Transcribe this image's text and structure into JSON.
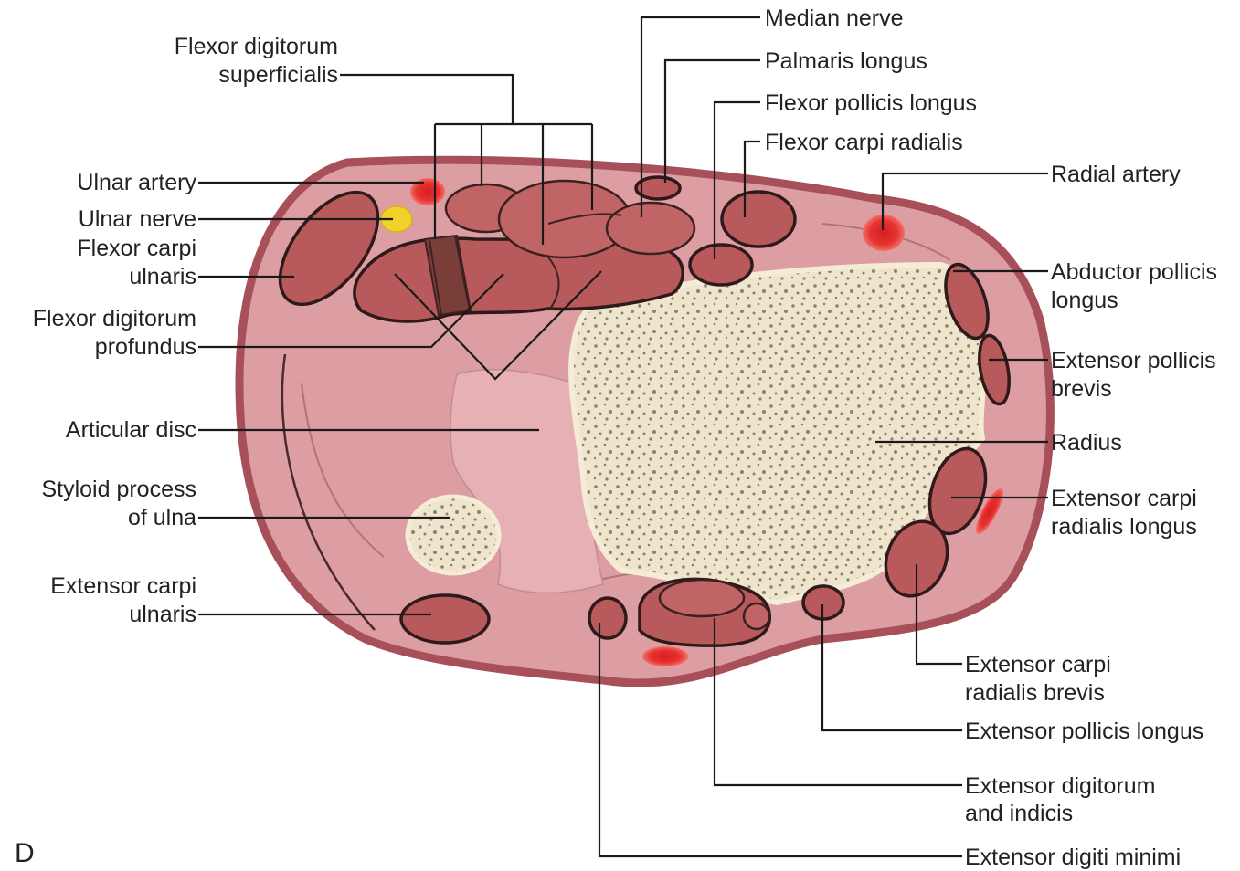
{
  "panel_label": "D",
  "labels": {
    "fds_1": "Flexor digitorum",
    "fds_2": "superficialis",
    "ulnar_artery": "Ulnar artery",
    "ulnar_nerve": "Ulnar nerve",
    "fcu_1": "Flexor carpi",
    "fcu_2": "ulnaris",
    "fdp_1": "Flexor digitorum",
    "fdp_2": "profundus",
    "articular_disc": "Articular disc",
    "styloid_1": "Styloid process",
    "styloid_2": "of ulna",
    "ecu_1": "Extensor carpi",
    "ecu_2": "ulnaris",
    "median_nerve": "Median nerve",
    "palmaris_longus": "Palmaris longus",
    "fpl": "Flexor pollicis longus",
    "fcr": "Flexor carpi radialis",
    "radial_artery": "Radial artery",
    "apl_1": "Abductor pollicis",
    "apl_2": "longus",
    "epb_1": "Extensor pollicis",
    "epb_2": "brevis",
    "radius": "Radius",
    "ecrl_1": "Extensor carpi",
    "ecrl_2": "radialis longus",
    "ecrb_1": "Extensor carpi",
    "ecrb_2": "radialis brevis",
    "epl": "Extensor pollicis longus",
    "edi_1": "Extensor digitorum",
    "edi_2": "and indicis",
    "edm": "Extensor digiti minimi"
  },
  "colors": {
    "skin_outline": "#a8505a",
    "tissue": "#dc9ea2",
    "muscle": "#b85a5c",
    "muscle_outline": "#2e1a1a",
    "bone": "#efe5cc",
    "bone_speckle": "#8a8270",
    "artery": "#e3262b",
    "nerve": "#f0d22a",
    "leader_line": "#1a1a1a"
  }
}
